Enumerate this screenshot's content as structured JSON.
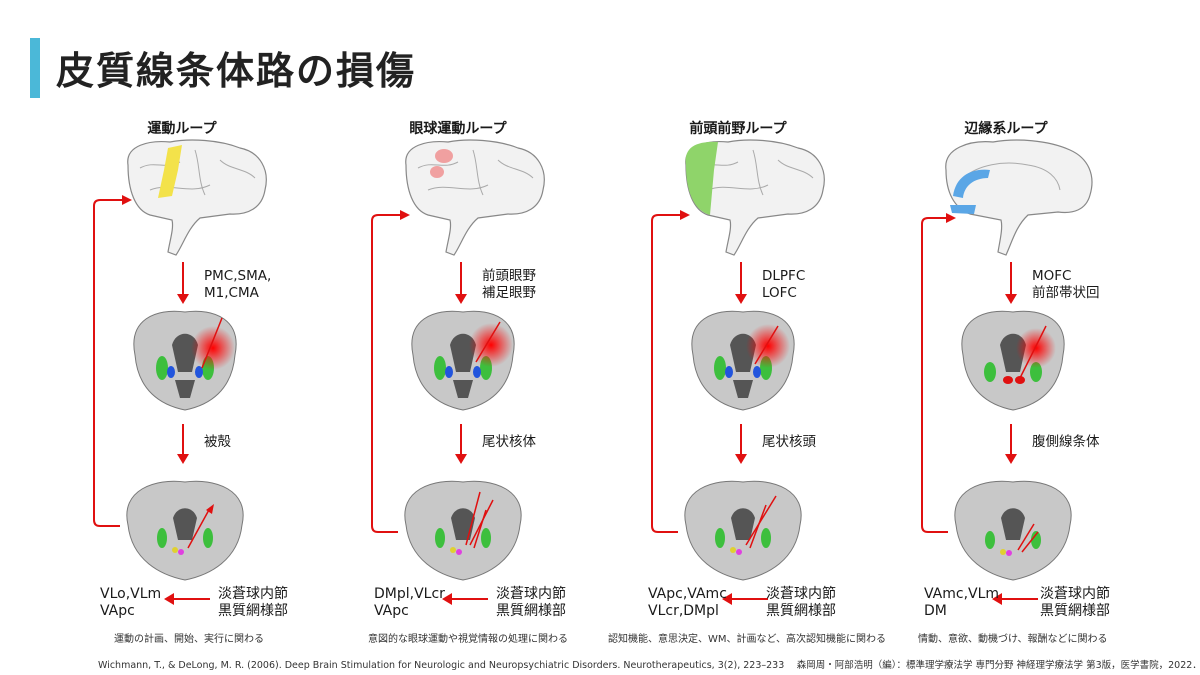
{
  "title": "皮質線条体路の損傷",
  "colors": {
    "accent_bar": "#4bb8d8",
    "arrow": "#e01010",
    "lesion": "#ff0000"
  },
  "loops": [
    {
      "name": "運動ループ",
      "cortex": "PMC,SMA,\nM1,CMA",
      "striatum": "被殻",
      "output": "VLo,VLm\nVApc",
      "pallidum": "淡蒼球内節\n黒質網様部",
      "function": "運動の計画、開始、実行に関わる",
      "cortex_color": "#f3e24a"
    },
    {
      "name": "眼球運動ループ",
      "cortex": "前頭眼野\n補足眼野",
      "striatum": "尾状核体",
      "output": "DMpl,VLcr\nVApc",
      "pallidum": "淡蒼球内節\n黒質網様部",
      "function": "意図的な眼球運動や視覚情報の処理に関わる",
      "cortex_color": "#f0a0a0"
    },
    {
      "name": "前頭前野ループ",
      "cortex": "DLPFC\nLOFC",
      "striatum": "尾状核頭",
      "output": "VApc,VAmc\nVLcr,DMpl",
      "pallidum": "淡蒼球内節\n黒質網様部",
      "function": "認知機能、意思決定、WM、計画など、高次認知機能に関わる",
      "cortex_color": "#8fd46a"
    },
    {
      "name": "辺縁系ループ",
      "cortex": "MOFC\n前部帯状回",
      "striatum": "腹側線条体",
      "output": "VAmc,VLm\nDM",
      "pallidum": "淡蒼球内節\n黒質網様部",
      "function": "情動、意欲、動機づけ、報酬などに関わる",
      "cortex_color": "#5aa6e6"
    }
  ],
  "citation": "Wichmann, T., & DeLong, M. R. (2006). Deep Brain Stimulation for Neurologic and Neuropsychiatric Disorders. Neurotherapeutics, 3(2), 223–233　 森岡周・阿部浩明（編）：標準理学療法学 専門分野 神経理学療法学 第3版，医学書院，2022．"
}
